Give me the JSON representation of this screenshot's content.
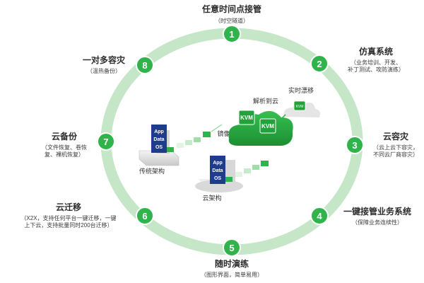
{
  "colors": {
    "ring": "#bfe3c1",
    "node": "#2fb34a",
    "server_front": "#1f3c8c",
    "cloud_green": "#24a33d",
    "arrow_green": "#6ccf78"
  },
  "cycle_nodes": [
    {
      "number": "1",
      "title": "任意时间点接管",
      "subtitle": "（时空隧道）"
    },
    {
      "number": "2",
      "title": "仿真系统",
      "subtitle_lines": [
        "（业务培训、开发、",
        "补丁测试、攻防演练）"
      ]
    },
    {
      "number": "3",
      "title": "云容灾",
      "subtitle_lines": [
        "（云上云下容灾，",
        "不同云厂商容灾）"
      ]
    },
    {
      "number": "4",
      "title": "一键接管业务系统",
      "subtitle": "（保障业务连续性）"
    },
    {
      "number": "5",
      "title": "随时演练",
      "subtitle": "（图形界面，简单易用）"
    },
    {
      "number": "6",
      "title": "云迁移",
      "subtitle_lines": [
        "（X2X，支持任何平台一键迁移，一键",
        "上下云，支持批量同时200台迁移）"
      ]
    },
    {
      "number": "7",
      "title": "云备份",
      "subtitle_lines": [
        "（文件恢复、卷恢",
        "复、裸机恢复）"
      ]
    },
    {
      "number": "8",
      "title": "一对多容灾",
      "subtitle": "（温热备份）"
    }
  ],
  "center": {
    "traditional_label": "传统架构",
    "cloud_arch_label": "云架构",
    "mirror_label": "镜像化复制",
    "parse_label": "解析到云",
    "realtime_label": "实时漂移",
    "stack_lines": [
      "App",
      "Data",
      "OS"
    ],
    "kvm_label": "KVM"
  }
}
